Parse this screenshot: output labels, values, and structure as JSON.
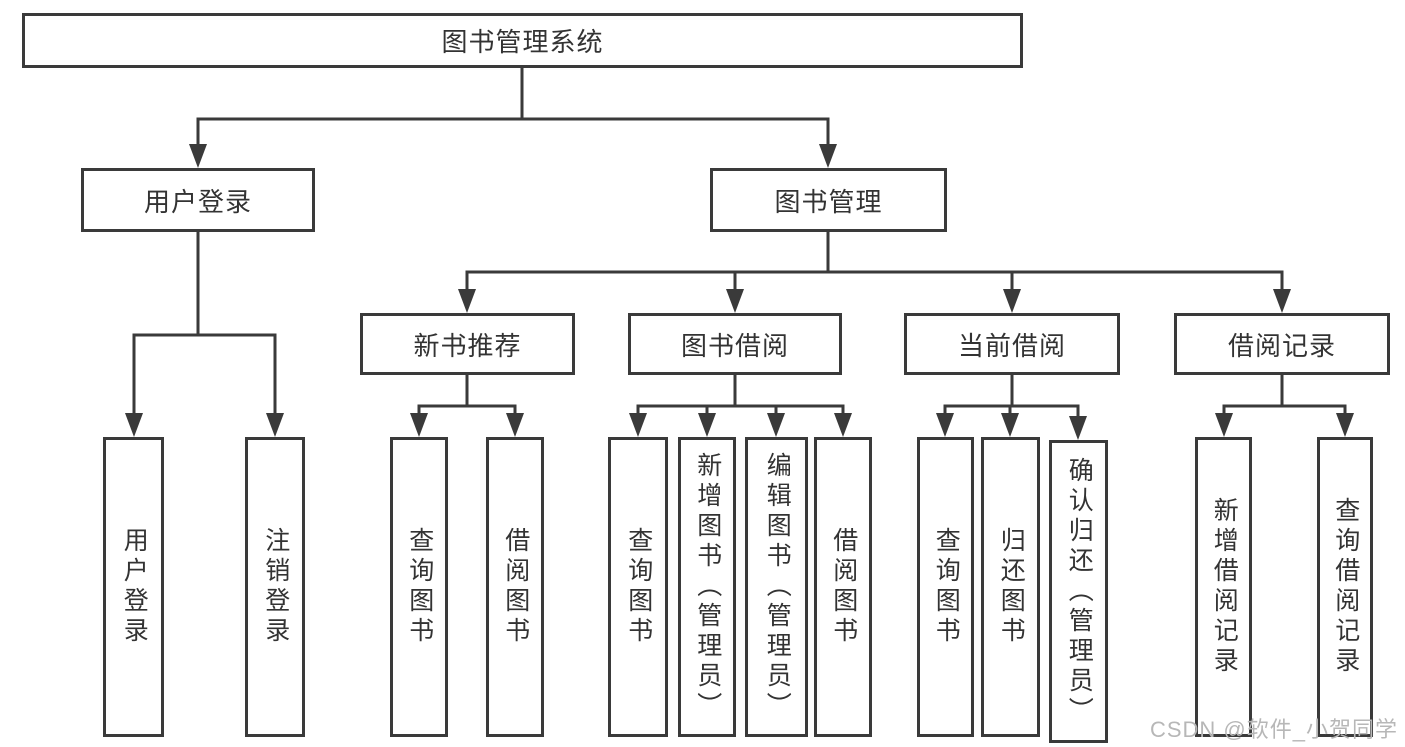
{
  "diagram": {
    "root": {
      "label": "图书管理系统"
    },
    "branches": [
      {
        "label": "用户登录",
        "children": [
          {
            "label": "用户登录"
          },
          {
            "label": "注销登录"
          }
        ]
      },
      {
        "label": "图书管理",
        "children": [
          {
            "label": "新书推荐",
            "children": [
              {
                "label": "查询图书"
              },
              {
                "label": "借阅图书"
              }
            ]
          },
          {
            "label": "图书借阅",
            "children": [
              {
                "label": "查询图书"
              },
              {
                "label": "新增图书（管理员）"
              },
              {
                "label": "编辑图书（管理员）"
              },
              {
                "label": "借阅图书"
              }
            ]
          },
          {
            "label": "当前借阅",
            "children": [
              {
                "label": "查询图书"
              },
              {
                "label": "归还图书"
              },
              {
                "label": "确认归还（管理员）"
              }
            ]
          },
          {
            "label": "借阅记录",
            "children": [
              {
                "label": "新增借阅记录"
              },
              {
                "label": "查询借阅记录"
              }
            ]
          }
        ]
      }
    ]
  },
  "watermark": {
    "text": "CSDN @软件_小贺同学"
  },
  "colors": {
    "line": "#3a3a3a",
    "border": "#3a3a3a",
    "text": "#333333",
    "background": "#ffffff",
    "watermark": "#b7b7b7"
  }
}
